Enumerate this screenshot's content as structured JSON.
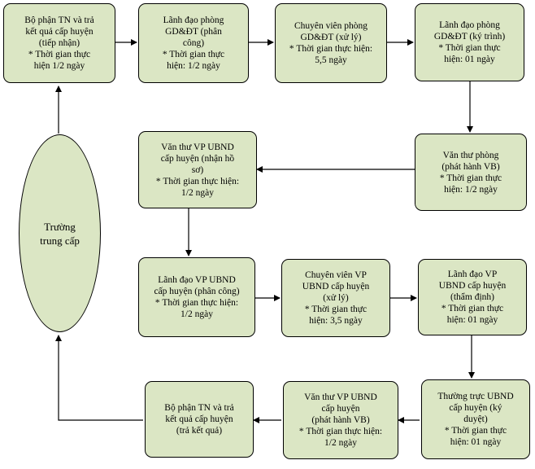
{
  "oval_label": "Trường\ntrung cấp",
  "row1": [
    "Bộ phận TN và trả\nkết quả cấp huyện\n(tiếp nhận)\n* Thời gian thực\nhiện  1/2 ngày",
    "Lãnh đạo phòng\nGD&ĐT (phân\ncông)\n* Thời gian thực\nhiện: 1/2 ngày",
    "Chuyên viên phòng\nGD&ĐT (xử lý)\n* Thời gian thực hiện:\n5,5 ngày",
    "Lãnh đạo phòng\nGD&ĐT (ký trình)\n* Thời gian thực\nhiện: 01 ngày"
  ],
  "row2": [
    "Văn thư VP UBND\ncấp huyện (nhận hồ\nsơ)\n* Thời gian thực hiện:\n1/2 ngày",
    "Văn thư phòng\n(phát hành VB)\n* Thời gian thực\nhiện: 1/2 ngày"
  ],
  "row3": [
    "Lãnh đạo VP UBND\ncấp huyện (phân công)\n* Thời gian thực hiện:\n1/2 ngày",
    "Chuyên viên VP\nUBND cấp huyện\n(xử lý)\n* Thời gian thực\nhiện: 3,5 ngày",
    "Lãnh đạo VP\nUBND  cấp huyện\n(thẩm định)\n* Thời gian thực\nhiện: 01 ngày"
  ],
  "row4": [
    "Bộ phận TN và trả\nkết quả cấp huyện\n(trả kết quả)",
    "Văn thư VP UBND\ncấp huyện\n(phát hành VB)\n* Thời gian thực hiện:\n1/2 ngày",
    "Thường trực UBND\ncấp huyện (ký\nduyệt)\n* Thời gian thực\nhiện: 01 ngày"
  ]
}
